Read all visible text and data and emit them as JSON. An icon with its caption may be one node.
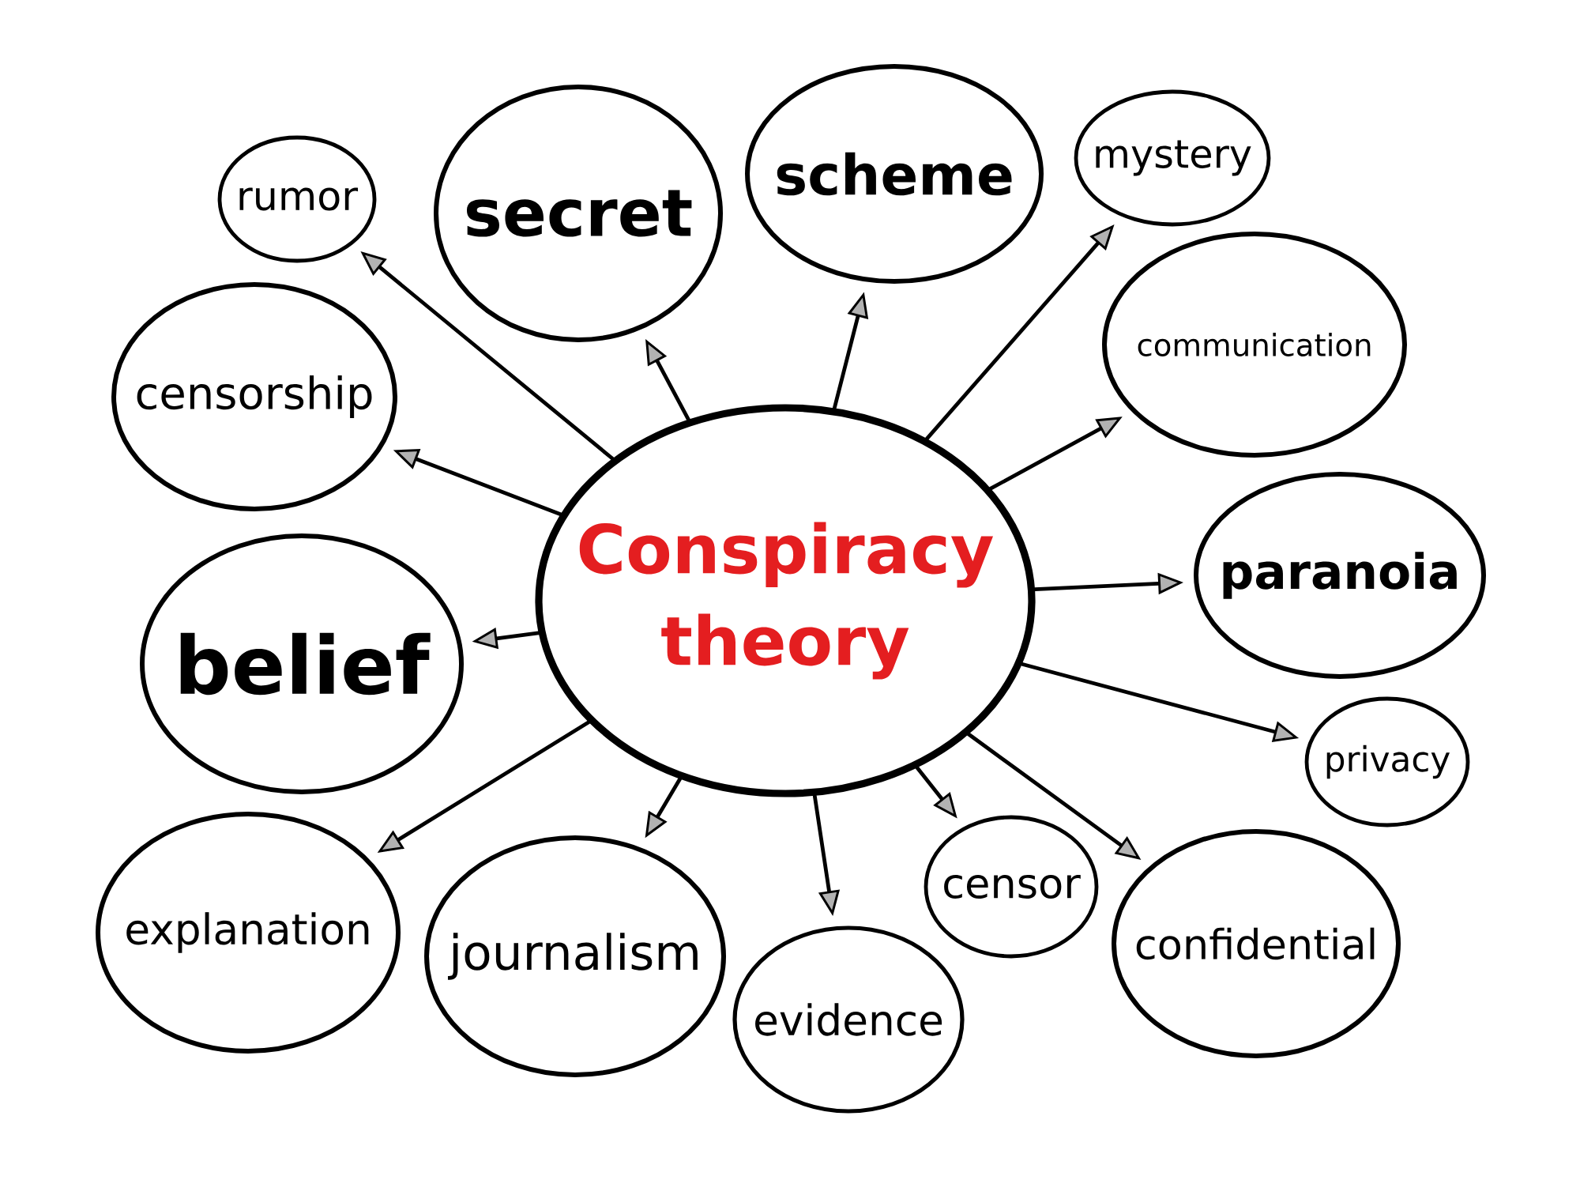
{
  "diagram": {
    "nodes": [
      {
        "text": [
          "Conspiracy theory"
        ]
      },
      {
        "text": [
          "rumor"
        ]
      },
      {
        "text": [
          "secret"
        ]
      },
      {
        "text": [
          "scheme"
        ]
      },
      {
        "text": [
          "mystery"
        ]
      },
      {
        "text": [
          "censorship"
        ]
      },
      {
        "text": [
          "communication"
        ]
      },
      {
        "text": [
          "belief"
        ]
      },
      {
        "text": [
          "paranoia"
        ]
      },
      {
        "text": [
          "privacy"
        ]
      },
      {
        "text": [
          "explanation"
        ]
      },
      {
        "text": [
          "journalism"
        ]
      },
      {
        "text": [
          "evidence"
        ]
      },
      {
        "text": [
          "censor"
        ]
      },
      {
        "text": [
          "confidential"
        ]
      }
    ],
    "edges": [
      {
        "from": 0,
        "to": 1,
        "arrow": "to"
      },
      {
        "from": 0,
        "to": 2,
        "arrow": "to"
      },
      {
        "from": 0,
        "to": 3,
        "arrow": "to"
      },
      {
        "from": 0,
        "to": 4,
        "arrow": "to"
      },
      {
        "from": 0,
        "to": 5,
        "arrow": "to"
      },
      {
        "from": 0,
        "to": 6,
        "arrow": "to"
      },
      {
        "from": 0,
        "to": 7,
        "arrow": "to"
      },
      {
        "from": 0,
        "to": 8,
        "arrow": "to"
      },
      {
        "from": 0,
        "to": 9,
        "arrow": "to"
      },
      {
        "from": 0,
        "to": 10,
        "arrow": "to"
      },
      {
        "from": 0,
        "to": 11,
        "arrow": "to"
      },
      {
        "from": 0,
        "to": 12,
        "arrow": "to"
      },
      {
        "from": 0,
        "to": 13,
        "arrow": "to"
      },
      {
        "from": 0,
        "to": 14,
        "arrow": "to"
      }
    ]
  }
}
